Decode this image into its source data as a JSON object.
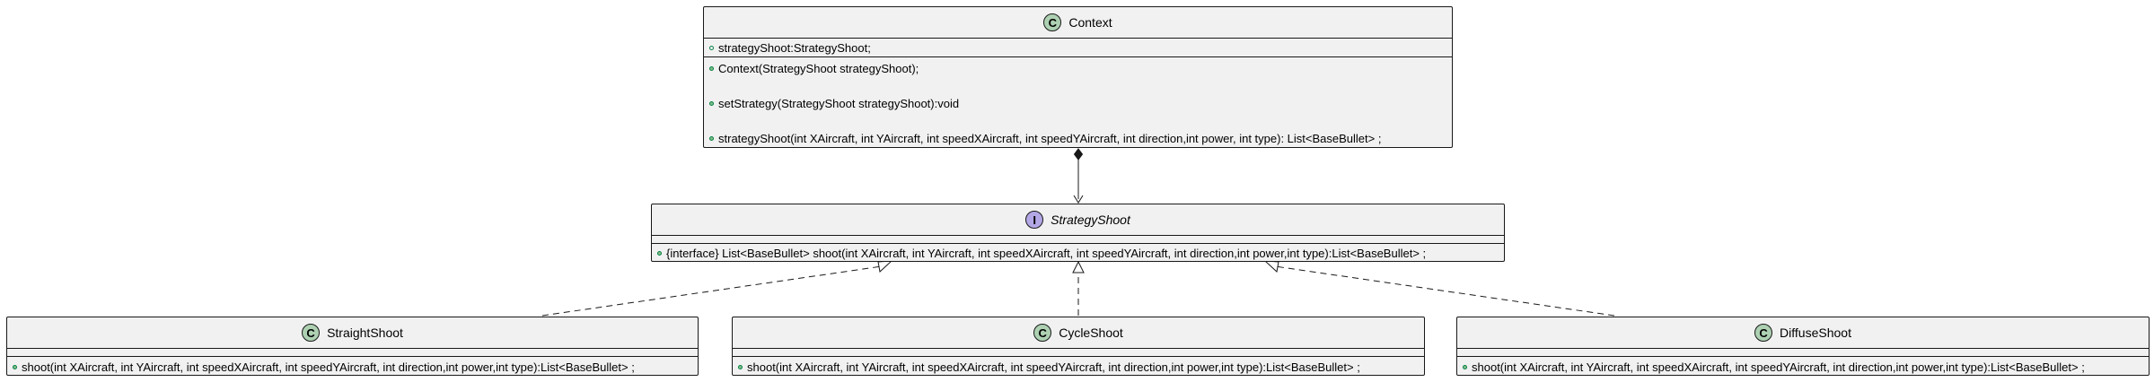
{
  "classes": {
    "context": {
      "stereotype": "C",
      "name": "Context",
      "fields": [
        "strategyShoot:StrategyShoot;"
      ],
      "methods": [
        "Context(StrategyShoot strategyShoot);",
        "setStrategy(StrategyShoot strategyShoot):void",
        "strategyShoot(int XAircraft, int YAircraft, int speedXAircraft, int speedYAircraft, int direction,int power, int type): List<BaseBullet> ;"
      ]
    },
    "strategy_shoot": {
      "stereotype": "I",
      "name": "StrategyShoot",
      "fields": [],
      "methods": [
        "{interface} List<BaseBullet> shoot(int XAircraft, int YAircraft, int speedXAircraft, int speedYAircraft, int direction,int power,int type):List<BaseBullet> ;"
      ]
    },
    "straight_shoot": {
      "stereotype": "C",
      "name": "StraightShoot",
      "fields": [],
      "methods": [
        "shoot(int XAircraft, int YAircraft, int speedXAircraft, int speedYAircraft, int direction,int power,int type):List<BaseBullet> ;"
      ]
    },
    "cycle_shoot": {
      "stereotype": "C",
      "name": "CycleShoot",
      "fields": [],
      "methods": [
        "shoot(int XAircraft, int YAircraft, int speedXAircraft, int speedYAircraft, int direction,int power,int type):List<BaseBullet> ;"
      ]
    },
    "diffuse_shoot": {
      "stereotype": "C",
      "name": "DiffuseShoot",
      "fields": [],
      "methods": [
        "shoot(int XAircraft, int YAircraft, int speedXAircraft, int speedYAircraft, int direction,int power,int type):List<BaseBullet> ;"
      ]
    }
  },
  "relations": [
    {
      "type": "composition",
      "from": "context",
      "to": "strategy_shoot"
    },
    {
      "type": "realization",
      "from": "straight_shoot",
      "to": "strategy_shoot"
    },
    {
      "type": "realization",
      "from": "cycle_shoot",
      "to": "strategy_shoot"
    },
    {
      "type": "realization",
      "from": "diffuse_shoot",
      "to": "strategy_shoot"
    }
  ],
  "colors": {
    "box_fill": "#f1f1f1",
    "border": "#181818",
    "class_badge": "#add1b2",
    "interface_badge": "#b4a7e5",
    "visibility_public": "#84be84"
  }
}
